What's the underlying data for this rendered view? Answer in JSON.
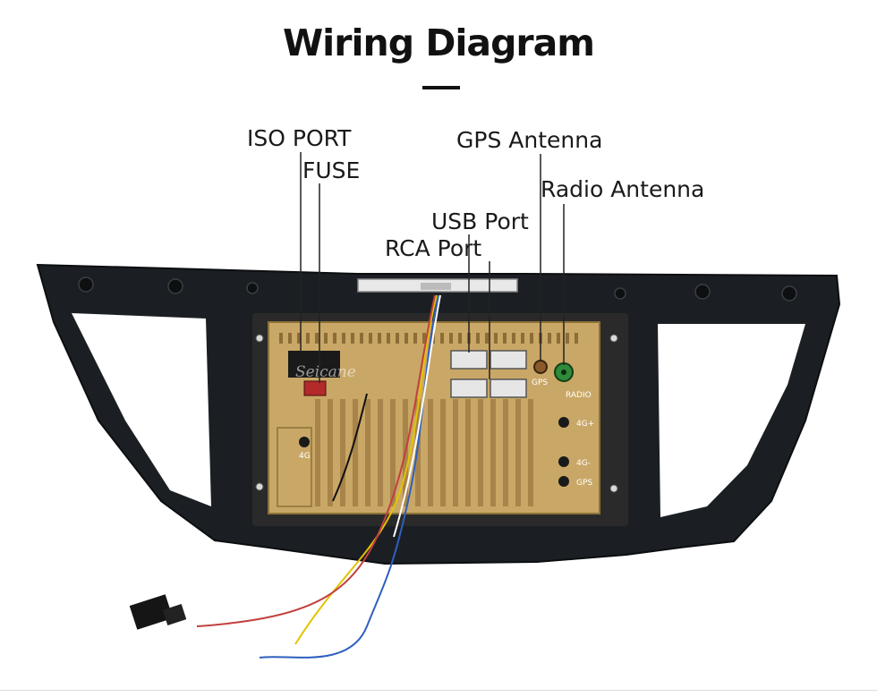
{
  "header": {
    "title": "Wiring Diagram"
  },
  "callouts": {
    "iso_port": "ISO PORT",
    "fuse": "FUSE",
    "gps_antenna": "GPS  Antenna",
    "radio_antenna": "Radio Antenna",
    "usb_port": "USB Port",
    "rca_port": "RCA Port"
  },
  "panel_labels": {
    "gps": "GPS",
    "radio": "RADIO",
    "4g_plus": "4G+",
    "4g_minus": "4G-",
    "gps_bottom": "GPS",
    "4g_left": "4G",
    "watermark": "Seicane"
  },
  "colors": {
    "bezel": "#1b1f24",
    "unit_body": "#c9a766",
    "unit_frame": "#2a2a2a",
    "leader_line": "#222222"
  }
}
